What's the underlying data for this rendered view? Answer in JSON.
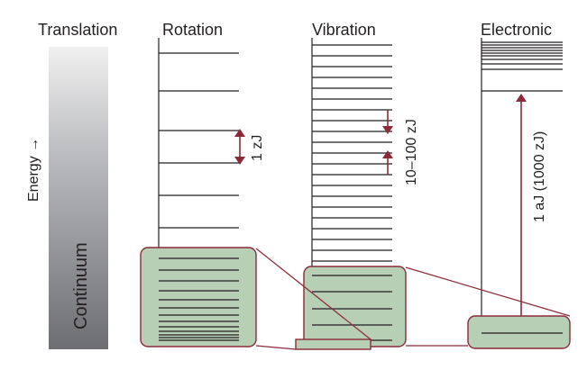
{
  "columns": {
    "translation": "Translation",
    "rotation": "Rotation",
    "vibration": "Vibration",
    "electronic": "Electronic"
  },
  "energy_axis_label": "Energy →",
  "continuum_label": "Continuum",
  "spacing_labels": {
    "rotation": "1 zJ",
    "vibration": "10–100 zJ",
    "electronic": "1 aJ (1000 zJ)"
  },
  "colors": {
    "text": "#231f20",
    "arrow": "#8b2a3a",
    "zoom_fill": "#b7cfb4",
    "gradient_top": "#e6e6e6",
    "gradient_bottom": "#6d6e71"
  }
}
